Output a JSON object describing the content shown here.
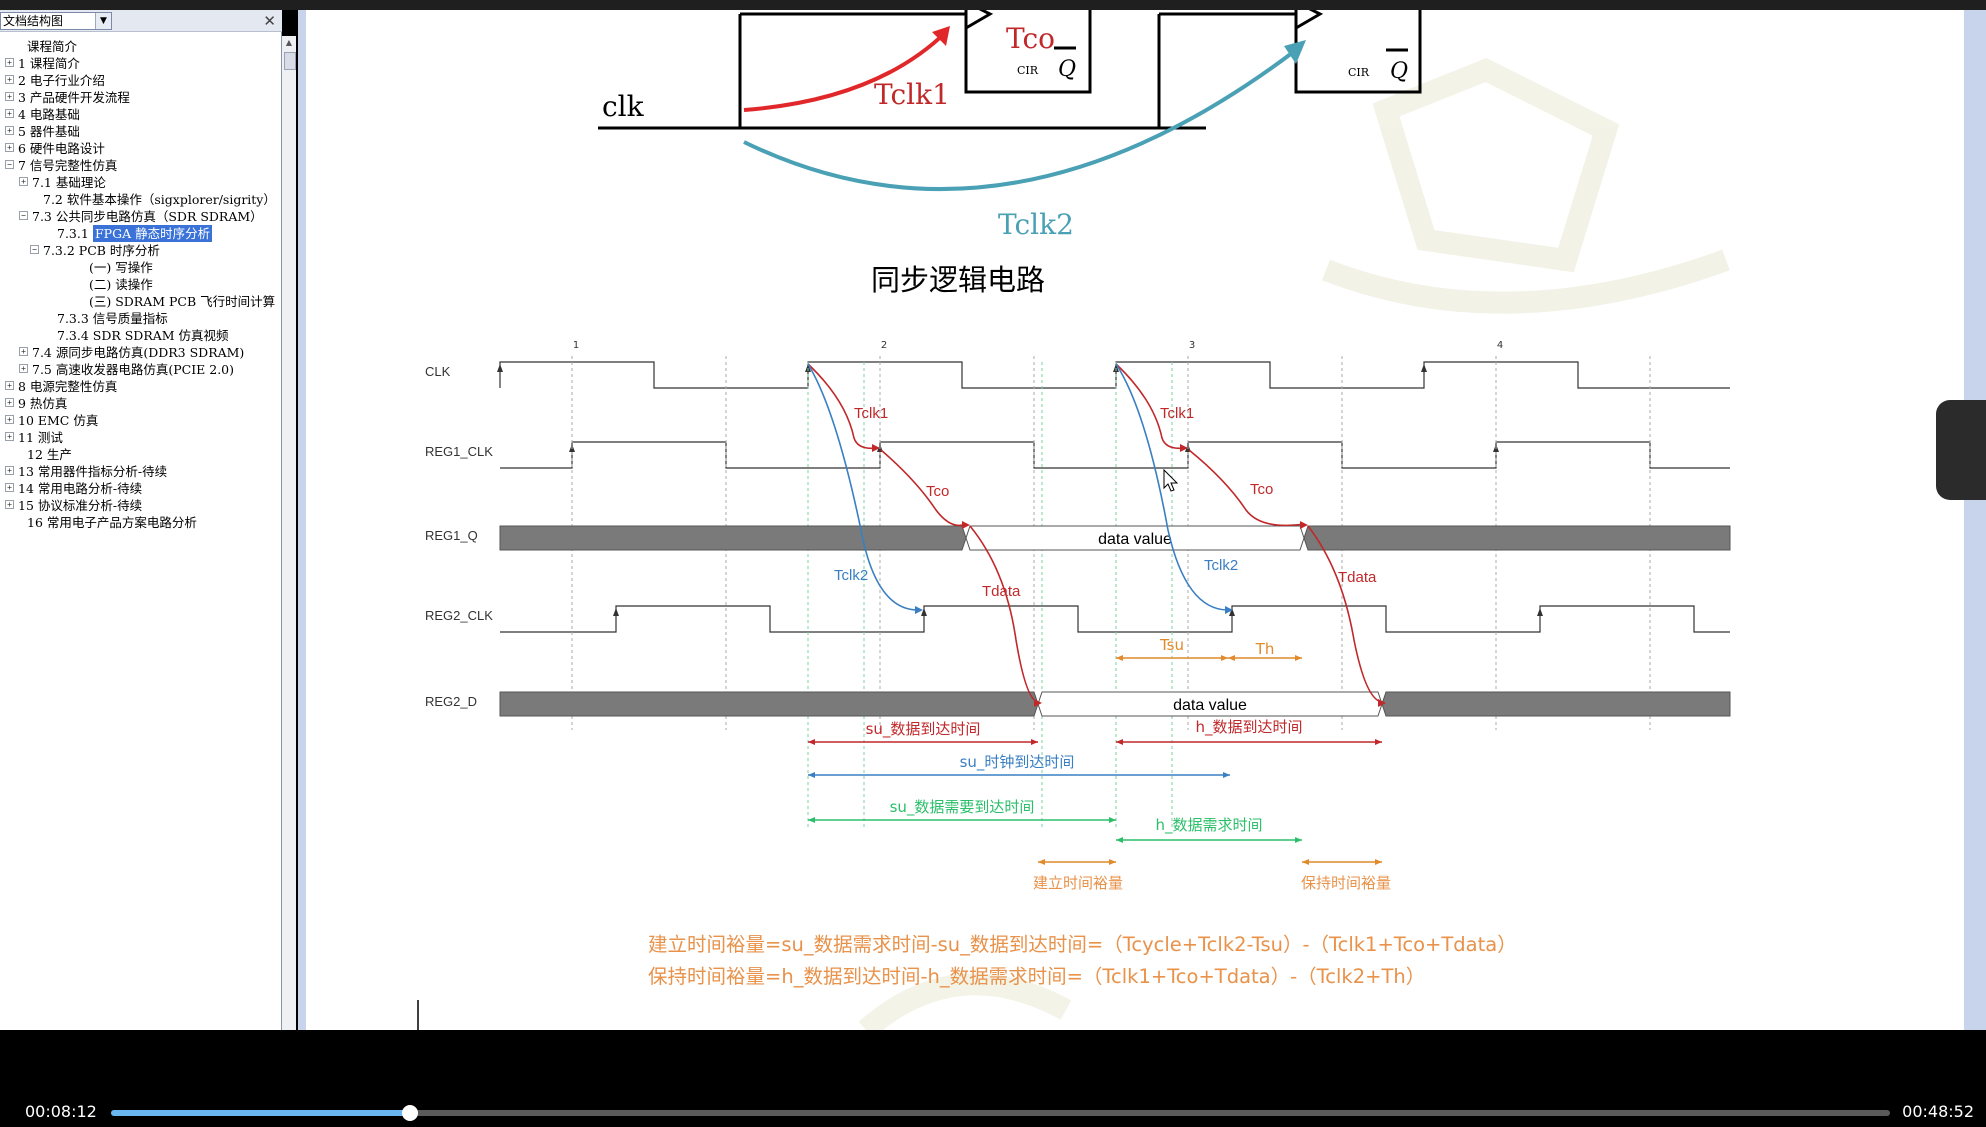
{
  "sidebar": {
    "combo_label": "文档结构图",
    "items": [
      {
        "label": "课程简介",
        "toggle": ""
      },
      {
        "label": "1 课程简介",
        "toggle": "+"
      },
      {
        "label": "2 电子行业介绍",
        "toggle": "+"
      },
      {
        "label": "3 产品硬件开发流程",
        "toggle": "+"
      },
      {
        "label": "4 电路基础",
        "toggle": "+"
      },
      {
        "label": "5 器件基础",
        "toggle": "+"
      },
      {
        "label": "6 硬件电路设计",
        "toggle": "+"
      },
      {
        "label": "7 信号完整性仿真",
        "toggle": "−"
      },
      {
        "label": "7.1 基础理论",
        "toggle": "+"
      },
      {
        "label": "7.2 软件基本操作（sigxplorer/sigrity）",
        "toggle": ""
      },
      {
        "label": "7.3 公共同步电路仿真（SDR SDRAM）",
        "toggle": "−"
      },
      {
        "label": "FPGA 静态时序分析",
        "prefix": "7.3.1 ",
        "toggle": "",
        "selected": true
      },
      {
        "label": "7.3.2  PCB 时序分析",
        "toggle": "−"
      },
      {
        "label": "(一) 写操作",
        "toggle": ""
      },
      {
        "label": "(二) 读操作",
        "toggle": ""
      },
      {
        "label": "(三)  SDRAM PCB 飞行时间计算",
        "toggle": ""
      },
      {
        "label": "7.3.3 信号质量指标",
        "toggle": ""
      },
      {
        "label": "7.3.4 SDR SDRAM 仿真视频",
        "toggle": ""
      },
      {
        "label": "7.4 源同步电路仿真(DDR3 SDRAM)",
        "toggle": "+"
      },
      {
        "label": "7.5 高速收发器电路仿真(PCIE 2.0)",
        "toggle": "+"
      },
      {
        "label": "8 电源完整性仿真",
        "toggle": "+"
      },
      {
        "label": "9 热仿真",
        "toggle": "+"
      },
      {
        "label": "10 EMC 仿真",
        "toggle": "+"
      },
      {
        "label": "11 测试",
        "toggle": "+"
      },
      {
        "label": "12 生产",
        "toggle": ""
      },
      {
        "label": "13 常用器件指标分析-待续",
        "toggle": "+"
      },
      {
        "label": "14 常用电路分析-待续",
        "toggle": "+"
      },
      {
        "label": "15 协议标准分析-待续",
        "toggle": "+"
      },
      {
        "label": "16 常用电子产品方案电路分析",
        "toggle": ""
      }
    ]
  },
  "circuit": {
    "clk_label": "clk",
    "tco_label": "Tco",
    "clr_label": "CIR",
    "q_label": "Q",
    "tclk1_label": "Tclk1",
    "tclk2_label": "Tclk2",
    "title": "同步逻辑电路"
  },
  "timing": {
    "signals": [
      "CLK",
      "REG1_CLK",
      "REG1_Q",
      "REG2_CLK",
      "REG2_D"
    ],
    "cycle_numbers": [
      "1",
      "2",
      "3",
      "4"
    ],
    "data_value": "data value",
    "labels": {
      "tclk1": "Tclk1",
      "tco": "Tco",
      "tclk2": "Tclk2",
      "tdata": "Tdata",
      "tsu": "Tsu",
      "th": "Th",
      "su_data_arrive": "su_数据到达时间",
      "su_clock_arrive": "su_时钟到达时间",
      "su_data_required": "su_数据需要到达时间",
      "h_data_arrive": "h_数据到达时间",
      "h_data_required": "h_数据需求时间",
      "setup_slack": "建立时间裕量",
      "hold_slack": "保持时间裕量"
    },
    "formula_setup": "建立时间裕量=su_数据需求时间-su_数据到达时间=（Tcycle+Tclk2-Tsu）-（Tclk1+Tco+Tdata）",
    "formula_hold": "保持时间裕量=h_数据到达时间-h_数据需求时间=（Tclk1+Tco+Tdata）-（Tclk2+Th）"
  },
  "colors": {
    "red": "#c0282a",
    "blue": "#3a7fc2",
    "teal": "#4aa0b4",
    "green": "#2bbf6a",
    "orange": "#e08a2a",
    "formula": "#e8924a",
    "bus_fill": "#7a7a7a"
  },
  "player": {
    "current_time": "00:08:12",
    "total_time": "00:48:52",
    "progress": 0.168
  }
}
